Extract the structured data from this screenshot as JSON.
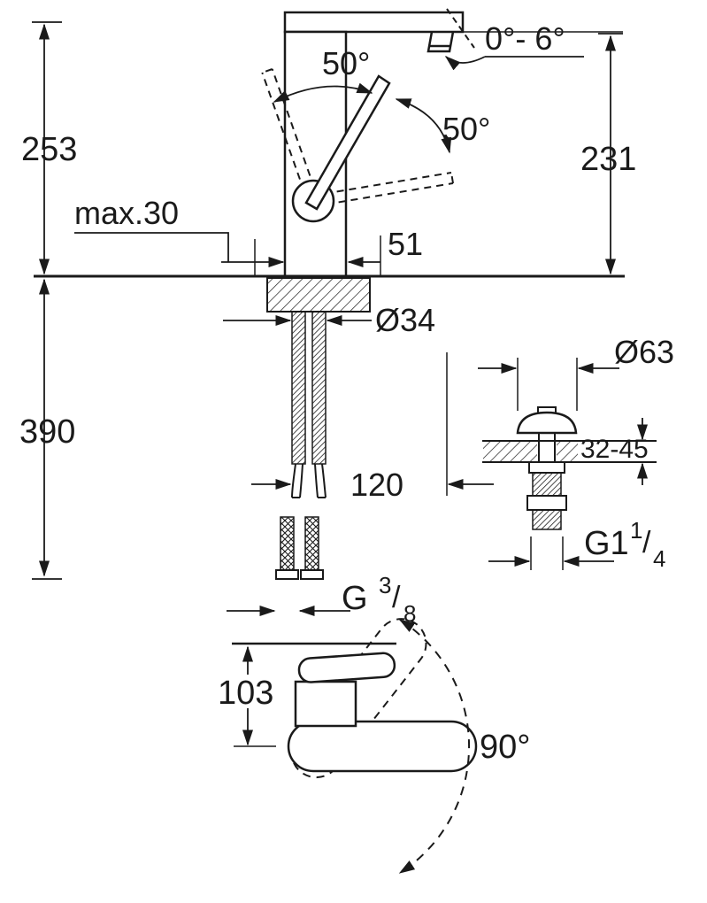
{
  "meta": {
    "bg_color": "#ffffff",
    "ink_color": "#1a1a1a",
    "drawing_type": "faucet-installation-dimension-drawing"
  },
  "labels": {
    "overall_height": "253",
    "max_projection": "max.30",
    "handle_open_angle": "50°",
    "spout_angle_range": "0°- 6°",
    "handle_side_angle": "50°",
    "outlet_height": "231",
    "body_depth": "51",
    "shank_diameter": "Ø34",
    "under_counter_depth": "390",
    "hose_reach": "120",
    "waste_flange_diameter": "Ø63",
    "deck_thickness_range": "32-45",
    "waste_thread_base": "G1",
    "waste_thread_numerator": "1",
    "waste_thread_denominator": "4",
    "supply_thread_base": "G",
    "supply_thread_numerator": "3",
    "supply_thread_denominator": "8",
    "fraction_slash": "/",
    "plan_handle_height": "103",
    "swivel_range": "90°"
  }
}
